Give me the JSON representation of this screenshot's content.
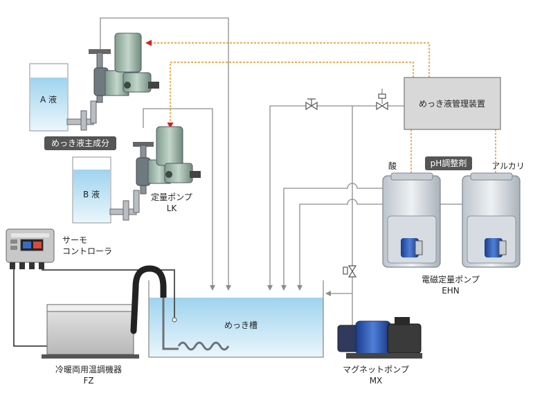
{
  "labels": {
    "tank_a": "A 液",
    "tank_b": "B 液",
    "main_component": "めっき液主成分",
    "metering_pump_line1": "定量ポンプ",
    "metering_pump_line2": "LK",
    "controller": "めっき液管理装置",
    "acid": "酸",
    "ph_adjuster": "pH調整剤",
    "alkali": "アルカリ",
    "solenoid_pump_line1": "電磁定量ポンプ",
    "solenoid_pump_line2": "EHN",
    "thermo_line1": "サーモ",
    "thermo_line2": "コントローラ",
    "plating_tank": "めっき槽",
    "heater_line1": "冷暖両用温調機器",
    "heater_line2": "FZ",
    "magnet_pump_line1": "マグネットポンプ",
    "magnet_pump_line2": "MX"
  },
  "colors": {
    "signal_line": "#e8901c",
    "signal_arrow": "#d8201c",
    "pipe": "#8c8c8c",
    "pump_body": "#9fb8a8",
    "controller_box": "#d8d8d8",
    "label_badge": "#555555",
    "liquid": "#bfe2f5"
  }
}
